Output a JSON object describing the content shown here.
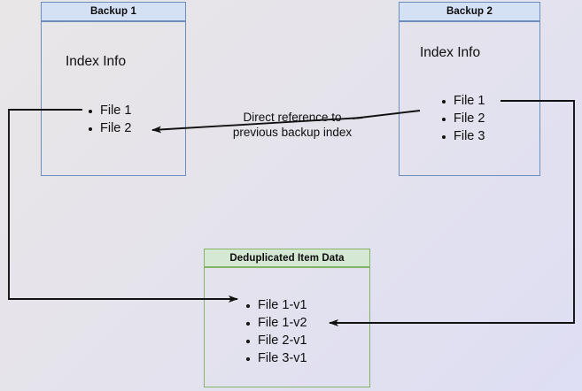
{
  "diagram": {
    "title_hidden": "",
    "background": {
      "gradient_from": "#e9e6e7",
      "gradient_to": "#dedef4"
    },
    "colors": {
      "blue_border": "#6c8ebf",
      "blue_fill": "#d4e1f5",
      "green_border": "#82b366",
      "green_fill": "#d5e8d4",
      "connector": "#111111",
      "text": "#0e0e0e"
    },
    "nodes": [
      {
        "id": "backup1",
        "header": "Backup 1",
        "section_label": "Index Info",
        "items": [
          "File 1",
          "File 2"
        ]
      },
      {
        "id": "backup2",
        "header": "Backup 2",
        "section_label": "Index Info",
        "items": [
          "File 1",
          "File 2",
          "File 3"
        ]
      },
      {
        "id": "dedup",
        "header": "Deduplicated Item Data",
        "section_label": "",
        "items": [
          "File 1-v1",
          "File 1-v2",
          "File 2-v1",
          "File 3-v1"
        ]
      }
    ],
    "caption": "Direct reference to\nprevious backup index"
  }
}
